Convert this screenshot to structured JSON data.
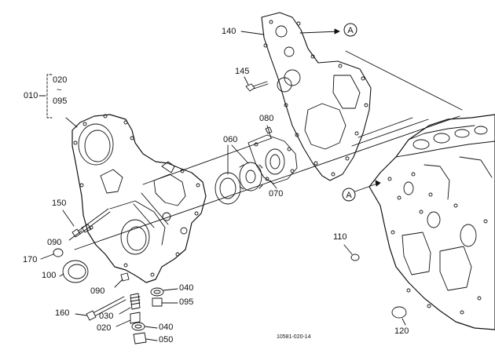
{
  "diagram": {
    "drawing_number": "10581-020-14",
    "callouts": [
      {
        "id": "c010",
        "text": "010"
      },
      {
        "id": "c020a",
        "text": "020"
      },
      {
        "id": "c_tilde",
        "text": "~"
      },
      {
        "id": "c095a",
        "text": "095"
      },
      {
        "id": "c140",
        "text": "140"
      },
      {
        "id": "c145",
        "text": "145"
      },
      {
        "id": "c080",
        "text": "080"
      },
      {
        "id": "c060",
        "text": "060"
      },
      {
        "id": "c070",
        "text": "070"
      },
      {
        "id": "c150",
        "text": "150"
      },
      {
        "id": "c090a",
        "text": "090"
      },
      {
        "id": "c170",
        "text": "170"
      },
      {
        "id": "c100",
        "text": "100"
      },
      {
        "id": "c090b",
        "text": "090"
      },
      {
        "id": "c160",
        "text": "160"
      },
      {
        "id": "c030",
        "text": "030"
      },
      {
        "id": "c020b",
        "text": "020"
      },
      {
        "id": "c040a",
        "text": "040"
      },
      {
        "id": "c095b",
        "text": "095"
      },
      {
        "id": "c040b",
        "text": "040"
      },
      {
        "id": "c050",
        "text": "050"
      },
      {
        "id": "c110",
        "text": "110"
      },
      {
        "id": "c120",
        "text": "120"
      }
    ],
    "reference_markers": [
      {
        "id": "refA1",
        "text": "A"
      },
      {
        "id": "refA2",
        "text": "A"
      }
    ]
  }
}
